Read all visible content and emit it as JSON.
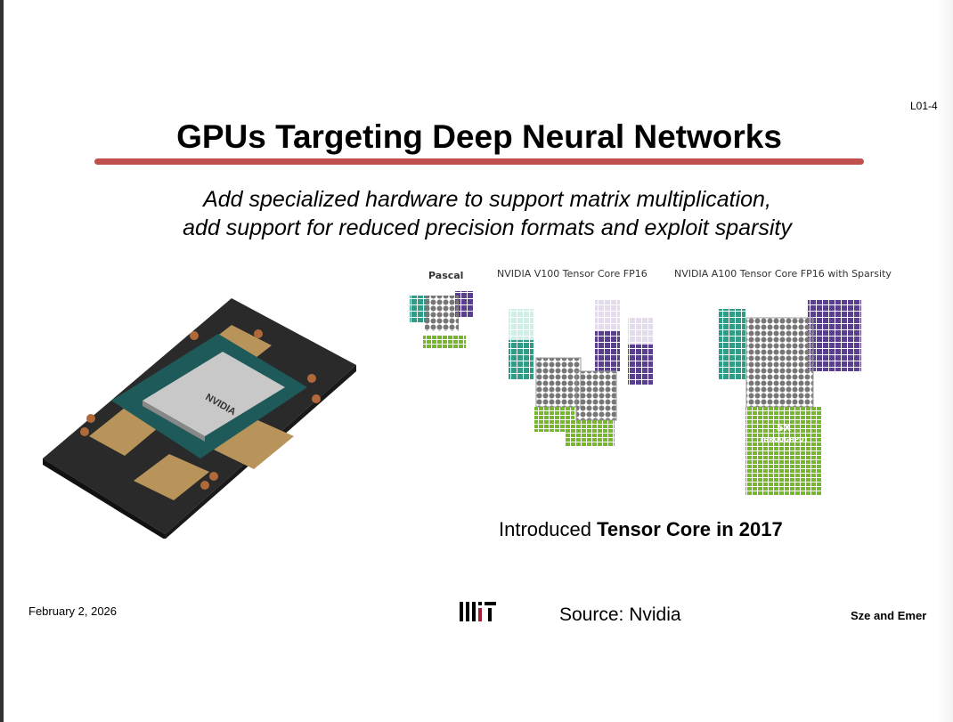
{
  "slide_number": "L01-4",
  "title": "GPUs Targeting Deep Neural Networks",
  "subtitle": [
    "Add specialized hardware to support matrix multiplication,",
    "add support for reduced precision formats and exploit sparsity"
  ],
  "figure": {
    "labels": [
      "Pascal",
      "NVIDIA V100 Tensor Core FP16",
      "NVIDIA A100 Tensor Core FP16 with Sparsity"
    ],
    "throughput_big": "5X",
    "throughput_small": "THROUGHPUT",
    "chip_logo": "NVIDIA"
  },
  "intro": {
    "prefix": "Introduced ",
    "bold": "Tensor Core in 2017"
  },
  "footer": {
    "date": "February 2, 2026",
    "source": "Source: Nvidia",
    "authors": "Sze and Emer",
    "logo": "MIT"
  },
  "colors": {
    "rule": "#c0504d",
    "teal": "#2e9c86",
    "purple": "#5b3f8f",
    "green": "#76b82a"
  }
}
